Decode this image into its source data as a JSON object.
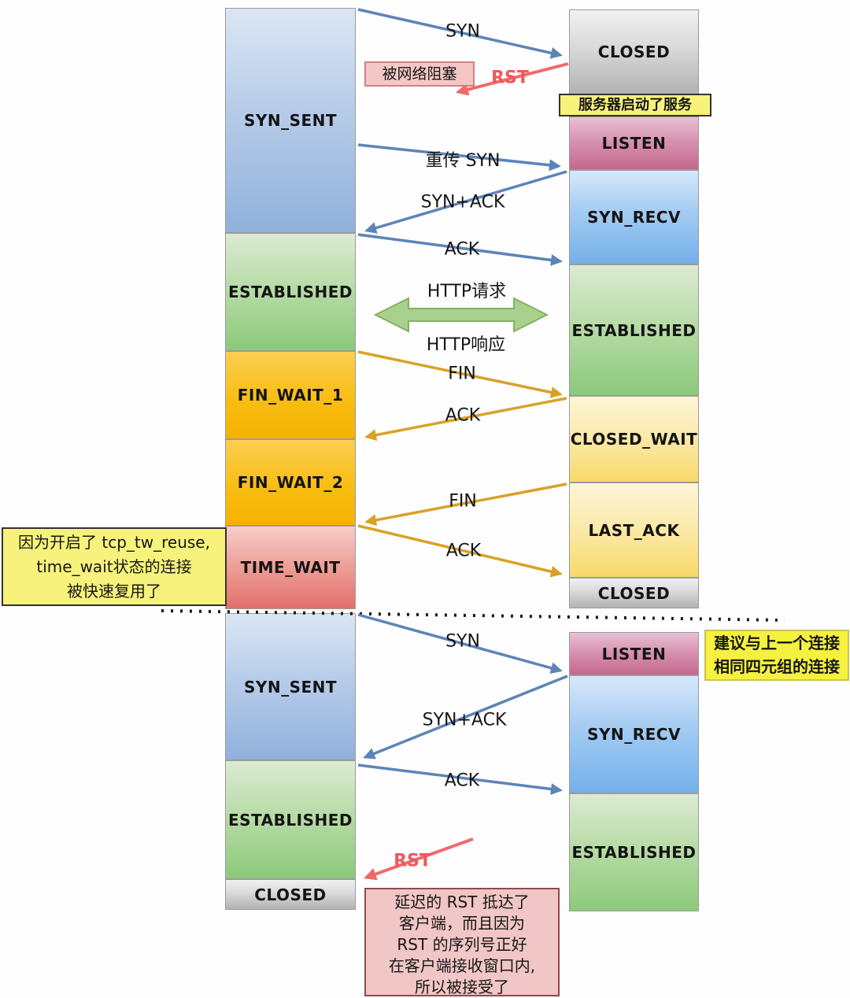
{
  "client_states": [
    {
      "label": "SYN_SENT"
    },
    {
      "label": "ESTABLISHED"
    },
    {
      "label": "FIN_WAIT_1"
    },
    {
      "label": "FIN_WAIT_2"
    },
    {
      "label": "TIME_WAIT"
    },
    {
      "label": "SYN_SENT"
    },
    {
      "label": "ESTABLISHED"
    },
    {
      "label": "CLOSED"
    }
  ],
  "server_states": [
    {
      "label": "CLOSED"
    },
    {
      "label": "LISTEN"
    },
    {
      "label": "SYN_RECV"
    },
    {
      "label": "ESTABLISHED"
    },
    {
      "label": "CLOSED_WAIT"
    },
    {
      "label": "LAST_ACK"
    },
    {
      "label": "CLOSED"
    },
    {
      "label": "LISTEN"
    },
    {
      "label": "SYN_RECV"
    },
    {
      "label": "ESTABLISHED"
    }
  ],
  "messages": {
    "syn_1": "SYN",
    "rst_1": "RST",
    "retrans_syn": "重传 SYN",
    "syn_ack_1": "SYN+ACK",
    "ack_1": "ACK",
    "http_request": "HTTP请求",
    "http_response": "HTTP响应",
    "fin_1": "FIN",
    "ack_fin_1": "ACK",
    "fin_2": "FIN",
    "ack_fin_2": "ACK",
    "syn_2": "SYN",
    "syn_ack_2": "SYN+ACK",
    "ack_2": "ACK",
    "rst_2": "RST"
  },
  "annotations": {
    "network_blocked": "被网络阻塞",
    "server_started": "服务器启动了服务",
    "tw_reuse": {
      "lines": [
        "因为开启了 tcp_tw_reuse,",
        "time_wait状态的连接",
        "被快速复用了"
      ]
    },
    "same_four_tuple": {
      "lines": [
        "建议与上一个连接",
        "相同四元组的连接"
      ]
    },
    "delayed_rst": {
      "lines": [
        "延迟的 RST 抵达了",
        "客户端，而且因为",
        "RST 的序列号正好",
        "在客户端接收窗口内,",
        "所以被接受了"
      ]
    }
  },
  "colors": {
    "arrow_blue": "#5d84b8",
    "arrow_gold": "#d9a227",
    "arrow_red": "#f2696b",
    "arrow_green_fill": "#a9d18e",
    "note_yellow": "#f7f27c",
    "note_pink": "#f2c6c6"
  }
}
